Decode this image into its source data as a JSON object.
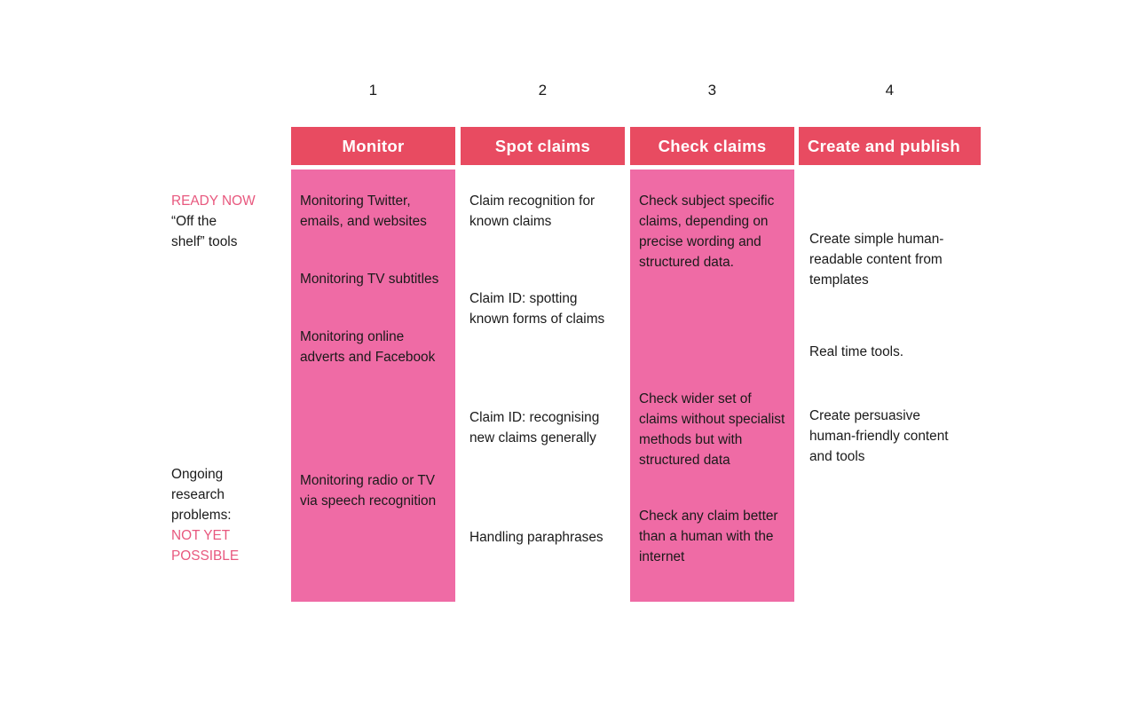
{
  "diagram": {
    "title": "Fact-checking automation stages matrix",
    "colors": {
      "header_red": "#e84b61",
      "body_pink": "#ef6ba5",
      "accent_text": "#e8587e",
      "body_text": "#1a1a1a",
      "background": "#ffffff"
    },
    "row_labels": [
      {
        "id": "ready-now",
        "accent_line": "READY NOW",
        "dark_lines": [
          "“Off the",
          "shelf” tools"
        ]
      },
      {
        "id": "ongoing-research",
        "dark_lines": [
          "Ongoing",
          "research",
          "problems:"
        ],
        "accent_lines": [
          "NOT YET",
          "POSSIBLE"
        ]
      }
    ],
    "columns": [
      {
        "number": "1",
        "header": "Monitor",
        "body_style": "filled",
        "cells": [
          {
            "text": "Monitoring Twitter, emails, and websites"
          },
          {
            "text": "Monitoring TV subtitles"
          },
          {
            "text": "Monitoring online adverts and Facebook"
          },
          {
            "text": "Monitoring radio or TV via speech recognition"
          }
        ]
      },
      {
        "number": "2",
        "header": "Spot claims",
        "body_style": "plain",
        "cells": [
          {
            "text": "Claim recognition for known claims"
          },
          {
            "text": "Claim ID: spotting known forms of claims"
          },
          {
            "text": "Claim ID: recognising new claims generally"
          },
          {
            "text": "Handling paraphrases"
          }
        ]
      },
      {
        "number": "3",
        "header": "Check claims",
        "body_style": "filled",
        "cells": [
          {
            "text": "Check subject specific claims, depending on precise wording and structured data."
          },
          {
            "text": "Check wider set of claims without specialist methods but with structured data"
          },
          {
            "text": "Check any claim better than a human with the internet"
          }
        ]
      },
      {
        "number": "4",
        "header": "Create and publish",
        "body_style": "plain",
        "cells": [
          {
            "text": "Create simple human-readable content from templates"
          },
          {
            "text": "Real time tools."
          },
          {
            "text": "Create persuasive human-friendly content and tools"
          }
        ]
      }
    ]
  }
}
